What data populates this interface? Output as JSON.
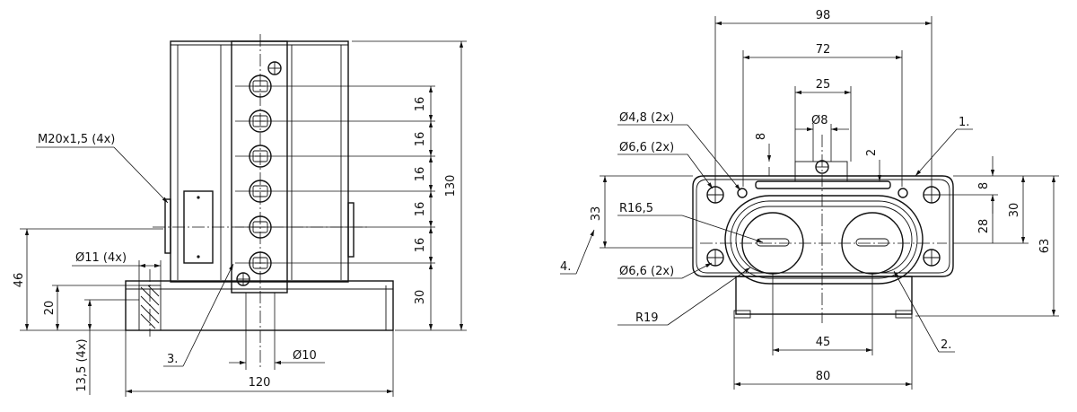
{
  "left_view": {
    "dim_130": "130",
    "dim_16": [
      "16",
      "16",
      "16",
      "16",
      "16"
    ],
    "dim_30": "30",
    "dim_46": "46",
    "dim_20": "20",
    "dim_13_5": "13,5 (4x)",
    "dim_120": "120",
    "dim_d10": "Ø10",
    "dim_d11": "Ø11 (4x)",
    "label_m20": "M20x1,5 (4x)",
    "callout_3": "3."
  },
  "right_view": {
    "dim_98": "98",
    "dim_72": "72",
    "dim_25": "25",
    "dim_d8": "Ø8",
    "dim_8_top": "8",
    "dim_2": "2",
    "dim_8_right": "8",
    "dim_28": "28",
    "dim_30": "30",
    "dim_63": "63",
    "dim_33": "33",
    "dim_45": "45",
    "dim_80": "80",
    "label_d48": "Ø4,8 (2x)",
    "label_d66_top": "Ø6,6 (2x)",
    "label_d66_bottom": "Ø6,6 (2x)",
    "label_r165": "R16,5",
    "label_r19": "R19",
    "callout_1": "1.",
    "callout_2": "2.",
    "callout_4": "4."
  }
}
